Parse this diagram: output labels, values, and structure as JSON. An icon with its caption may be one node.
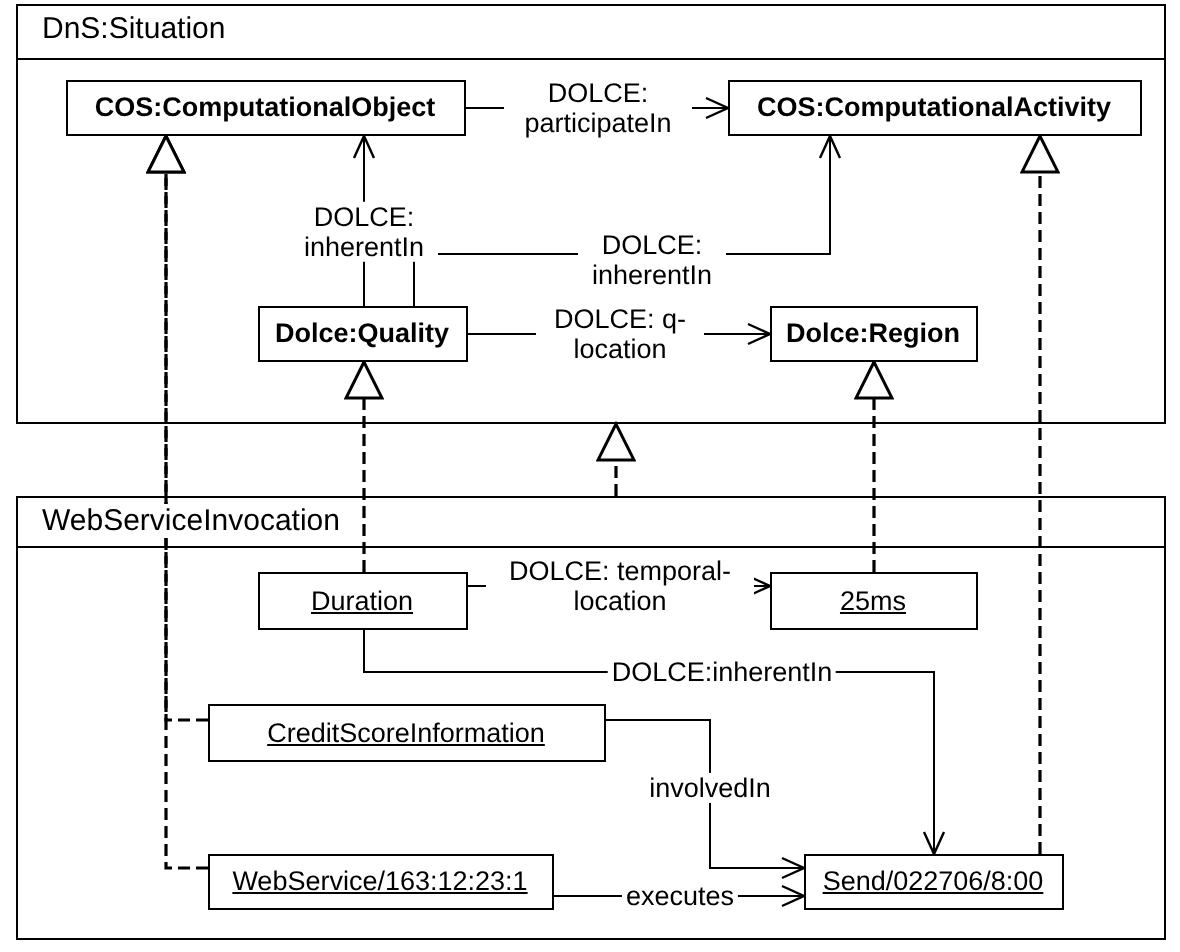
{
  "diagram": {
    "nodes": [
      {
        "text": [
          "DnS:Situation"
        ]
      },
      {
        "text": [
          "COS:ComputationalObject"
        ],
        "in": 0
      },
      {
        "text": [
          "COS:ComputationalActivity"
        ],
        "in": 0
      },
      {
        "text": [
          "Dolce:Quality"
        ],
        "in": 0
      },
      {
        "text": [
          "Dolce:Region"
        ],
        "in": 0
      },
      {
        "text": [
          "WebServiceInvocation"
        ]
      },
      {
        "text": [
          "Duration"
        ],
        "in": 5
      },
      {
        "text": [
          "25ms"
        ],
        "in": 5
      },
      {
        "text": [
          "CreditScoreInformation"
        ],
        "in": 5
      },
      {
        "text": [
          "WebService/163:12:23:1"
        ],
        "in": 5
      },
      {
        "text": [
          "Send/022706/8:00"
        ],
        "in": 5
      }
    ],
    "edges": [
      {
        "from": 1,
        "to": 2,
        "arrow": "to",
        "label": "DOLCE: participateIn"
      },
      {
        "from": 3,
        "to": 1,
        "arrow": "to",
        "label": "DOLCE: inherentIn"
      },
      {
        "from": 3,
        "to": 2,
        "arrow": "to",
        "label": "DOLCE: inherentIn"
      },
      {
        "from": 3,
        "to": 4,
        "arrow": "to",
        "label": "DOLCE: q-location"
      },
      {
        "from": 6,
        "to": 7,
        "arrow": "to",
        "label": "DOLCE: temporal-location"
      },
      {
        "from": 6,
        "to": 10,
        "arrow": "to",
        "label": "DOLCE:inherentIn"
      },
      {
        "from": 8,
        "to": 10,
        "arrow": "to",
        "label": "involvedIn"
      },
      {
        "from": 9,
        "to": 10,
        "arrow": "to",
        "label": "executes"
      },
      {
        "from": 9,
        "to": 1,
        "arrow": "to",
        "style": "dashed"
      },
      {
        "from": 8,
        "to": 1,
        "arrow": "to",
        "style": "dashed"
      },
      {
        "from": 6,
        "to": 3,
        "arrow": "to",
        "style": "dashed"
      },
      {
        "from": 7,
        "to": 4,
        "arrow": "to",
        "style": "dashed"
      },
      {
        "from": 10,
        "to": 2,
        "arrow": "to",
        "style": "dashed"
      },
      {
        "from": 5,
        "to": 0,
        "arrow": "to",
        "style": "dashed"
      }
    ]
  }
}
